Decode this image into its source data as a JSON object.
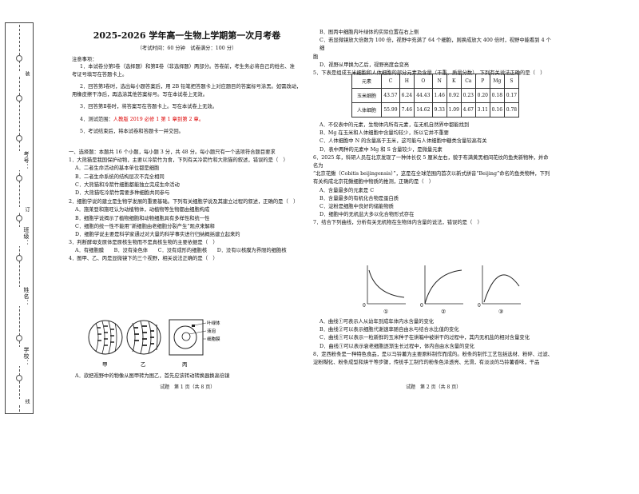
{
  "exam": {
    "title": "2025-2026 学年高一生物上学期第一次月考卷",
    "subtitle": "（考试时间：60 分钟　试卷满分：100 分）",
    "notes_heading": "注意事项：",
    "notes": [
      "1．本试卷分第Ⅰ卷（选择题）和第Ⅱ卷（非选择题）两部分。答卷前，考生务必将自己的姓名、准",
      "考证号填写在答题卡上。",
      "2．回答第Ⅰ卷时，选出每小题答案后，用 2B 铅笔把答题卡上对应题目的答案标号涂黑。如需改动，",
      "用橡皮擦干净后，再选涂其他答案标号。写在本试卷上无效。",
      "3．回答第Ⅱ卷时，将答案写在答题卡上。写在本试卷上无效。"
    ],
    "note4_prefix": "4．测试范围：",
    "note4_scope": "人教版 2019 必修 1 第 1 章到第 2 章。",
    "note5": "5．考试结束后，将本试卷和答题卡一并交回。"
  },
  "binding": {
    "fields": [
      "学校：",
      "姓名：",
      "班级：",
      "考号："
    ],
    "seal": [
      "装",
      "订",
      "线"
    ]
  },
  "section1": {
    "heading": "一、选择题：本题共 16 个小题，每小题 3 分，共 48 分。每小题只有一个选项符合题目要求",
    "q1": [
      "1．大熊猫是我国保护动物，主要以冷箭竹为食，下列有关冷箭竹和大熊猫的叙述，错误的是（　）",
      "A．二者生命活动的基本单位都是细胞",
      "B．二者生命系统的结构层次不完全相同",
      "C．大熊猫和冷箭竹细胞都能独立完成生命活动",
      "D．大熊猫吃冷箭竹需要多种细胞共同参与"
    ],
    "q2": [
      "2．细胞学说的建立是生物学发展的重要基础。下列有关细胞学说及其建立过程的叙述，正确的是（　）",
      "A．施莱登和施旺认为动植物体，动植物等生物都由细胞构成",
      "B．细胞学说揭示了植物细胞和动物细胞具有多样性和统一性",
      "C．细胞的统一性不能用“新细胞由老细胞分裂产生”观点来解释",
      "D．细胞学说主要是科学家通过对大量的科学事实进行归纳概括建立起来的"
    ],
    "q3": [
      "3．判断酵母支原体是原核生物而不是真核生物的主要依据是（　）",
      "A．有细胞膜　　B．没有染色体　　C．没有成形的细胞核　　D．没有以核膜为界限的细胞核"
    ],
    "q4": [
      "4．图甲、乙、丙是显微镜下的三个视野，相关说法正确的是（　）"
    ],
    "fig4_labels": [
      "甲",
      "乙",
      "丙"
    ],
    "fig4_legend": [
      "叶绿体",
      "液泡",
      "细胞膜"
    ],
    "q4a": "A．欲把视野中的物像从图甲转为图乙，首先应该转动转换器换高倍镜"
  },
  "right": {
    "q4b": "B．图丙中细胞内叶绿体的实际位置在右上侧",
    "q4c": [
      "C．若显微镜放大倍数为 100 倍，视野中充满了 64 个细胞，则换成放大 400 倍时，视野中能看到 4 个细",
      "胞"
    ],
    "q4d": "D．视野从甲换为乙后，视野亮度会变亮",
    "q5": "5．下表是组成玉米细胞和人体细胞的部分元素及含量（干重，质量分数），下列有关说法正确的是（　）",
    "table": {
      "header": [
        "元素",
        "C",
        "H",
        "O",
        "N",
        "K",
        "Ca",
        "P",
        "Mg",
        "S"
      ],
      "rows": [
        [
          "玉米细胞",
          "43.57",
          "6.24",
          "44.43",
          "1.46",
          "0.92",
          "0.23",
          "0.20",
          "0.18",
          "0.17"
        ],
        [
          "人体细胞",
          "55.99",
          "7.46",
          "14.62",
          "9.33",
          "1.09",
          "4.67",
          "3.11",
          "0.16",
          "0.78"
        ]
      ]
    },
    "q5opts": [
      "A．不仅表中的元素，生物体内所有元素，在无机自然界中都能找到",
      "B．Mg 在玉米和人体细胞中含量均较少，所以它并不重要",
      "C．人体细胞中 N 的含量高于玉米，这可能与人体细胞中糖类含量较高有关",
      "D．表中两种的元素中 Mg 和 S 含量较少，是微量元素"
    ],
    "q6": [
      "6．2025 年，科研人员在北京发现了一种体长仅 5 厘米左右，貌于布满黄黑相间花纹的鱼类新物种，并命名为",
      "“北京花鳅（Cobitis beijingensis）”，这是在全球范围内首次以新式拼音“Beijing”命名的鱼类物种，下列",
      "有关构成北京花鳅细胞中物质的推测，正确的是（　）"
    ],
    "q6opts": [
      "A．含量最多的元素是 C",
      "B．含量最多的有机化合物是蛋白质",
      "C．淀粉是细胞中良好的储能物质",
      "D．细胞中的无机盐大多以化合物形式存在"
    ],
    "q7": "7．结合下列曲线，分析有关无机物在生物体内含量的说法，错误的是（　）",
    "curve_labels": [
      "①",
      "②",
      "③"
    ],
    "axis_o": "0",
    "q7opts": [
      "A．曲线①可表示人从幼年到成年体内水含量的变化",
      "B．曲线②可以表示细胞代谢速率随自由水与结合水比值的变化",
      "C．曲线①可以表示一粒新鲜的玉米种子在烘箱中被烘干的过程中，其内无机盐的相对含量变化",
      "D．曲线①可以表示衰老细胞逐渐生长过程中，体内自由水含量的变化"
    ],
    "q8": [
      "8．定西粉条是一种特色食品，是以马铃薯为主要原料制作而成的。粉条的制作工艺包括选材、粉碎、过滤、",
      "淀粉糊化、粉条成型和烘干等步骤，传统手工制作的粉条色泽透亮、光滑，有淡淡的马铃薯香味，干品"
    ]
  },
  "footer": {
    "left": "试题　第 1 页（共 8 页）",
    "right": "试题　第 2 页（共 8 页）"
  }
}
